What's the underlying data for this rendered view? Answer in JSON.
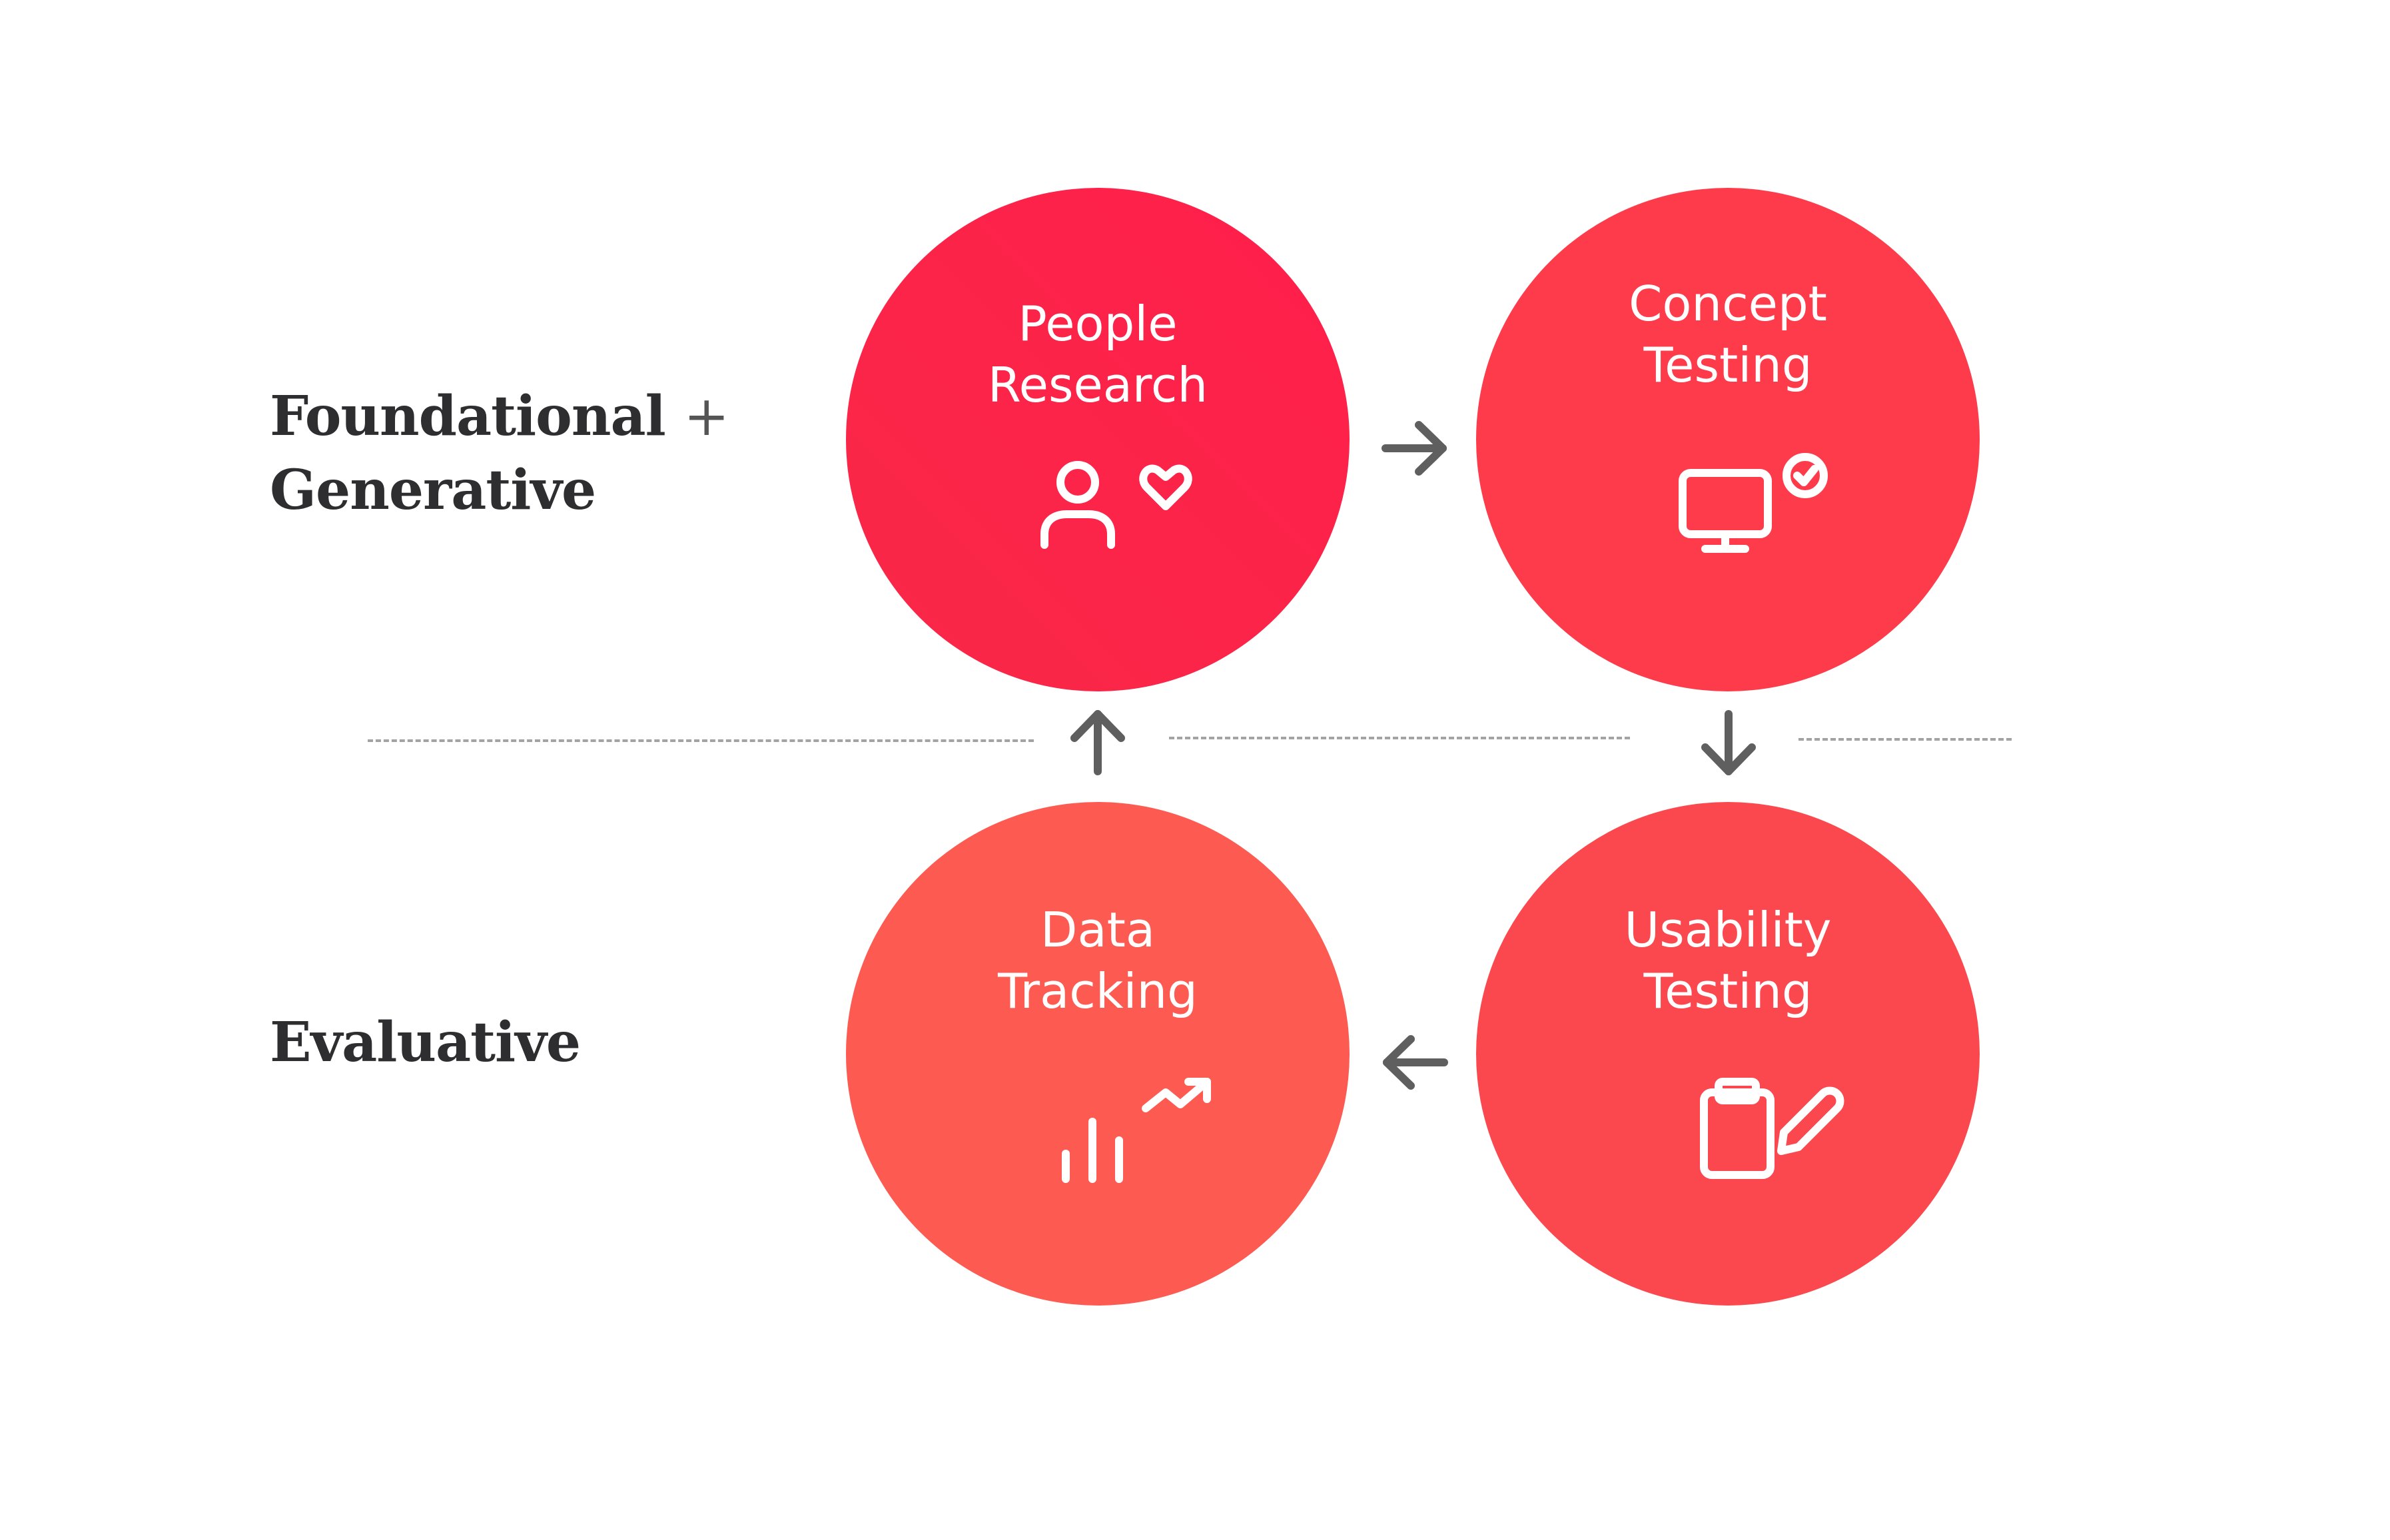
{
  "labels": {
    "top": "Foundational",
    "top_plus": "+",
    "top_line2": "Generative",
    "bottom": "Evaluative"
  },
  "stages": [
    {
      "title": "People\nResearch",
      "icon": "person-heart-icon",
      "color": "#fd2448"
    },
    {
      "title": "Concept\nTesting",
      "icon": "monitor-check-icon",
      "color": "#fd3b4b"
    },
    {
      "title": "Usability\nTesting",
      "icon": "clipboard-pencil-icon",
      "color": "#fb484e"
    },
    {
      "title": "Data\nTracking",
      "icon": "bar-chart-trend-icon",
      "color": "#fd5a52"
    }
  ],
  "flow_arrows": [
    {
      "from": "People Research",
      "to": "Concept Testing",
      "direction": "right"
    },
    {
      "from": "Concept Testing",
      "to": "Usability Testing",
      "direction": "down"
    },
    {
      "from": "Usability Testing",
      "to": "Data Tracking",
      "direction": "left"
    },
    {
      "from": "Data Tracking",
      "to": "People Research",
      "direction": "up"
    }
  ],
  "colors": {
    "arrow": "#5f5f5f",
    "divider": "#a3a3a3",
    "label_text": "#2e2e30"
  }
}
